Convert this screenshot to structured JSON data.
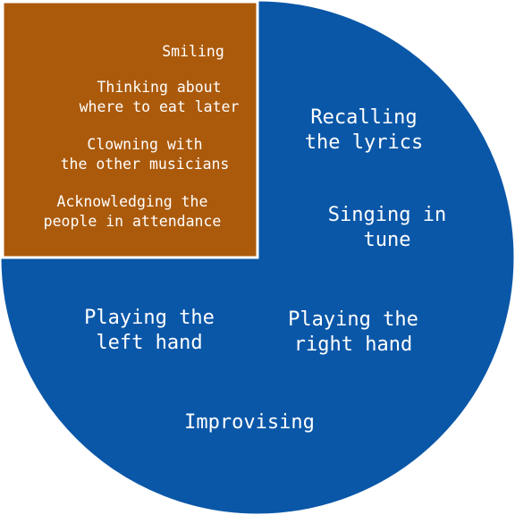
{
  "chart_data": {
    "type": "pie",
    "title": "",
    "slices": [
      {
        "value": 75,
        "color": "#0a57a8",
        "labels": [
          [
            "Recalling",
            "the lyrics"
          ],
          [
            "Singing in",
            "tune"
          ],
          [
            "Playing the",
            "right hand"
          ],
          [
            "Playing the",
            "left hand"
          ],
          [
            "Improvising"
          ]
        ]
      },
      {
        "value": 25,
        "color": "#ab5a0b",
        "labels": [
          [
            "Smiling"
          ],
          [
            "Thinking about",
            "where to eat later"
          ],
          [
            "Clowning with",
            "the other musicians"
          ],
          [
            "Acknowledging the",
            "people in attendance"
          ]
        ]
      }
    ]
  }
}
